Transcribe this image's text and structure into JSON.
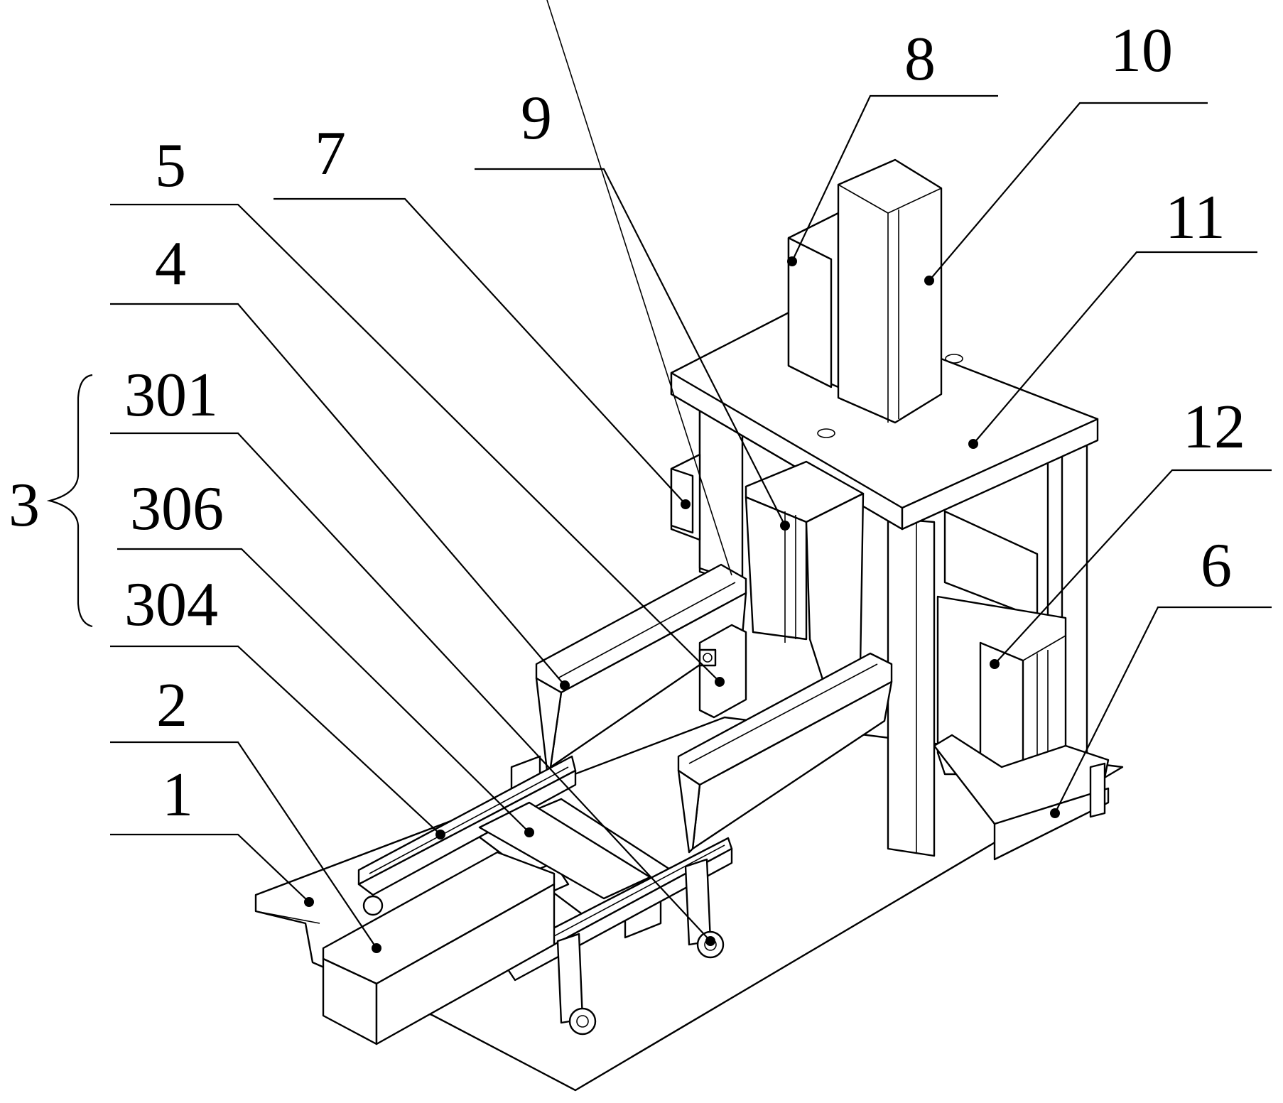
{
  "figure": {
    "callouts": [
      {
        "id": "c8",
        "text": "8"
      },
      {
        "id": "c10",
        "text": "10"
      },
      {
        "id": "c9",
        "text": "9"
      },
      {
        "id": "c7",
        "text": "7"
      },
      {
        "id": "c5",
        "text": "5"
      },
      {
        "id": "c11",
        "text": "11"
      },
      {
        "id": "c4",
        "text": "4"
      },
      {
        "id": "c301",
        "text": "301"
      },
      {
        "id": "c12",
        "text": "12"
      },
      {
        "id": "c3",
        "text": "3"
      },
      {
        "id": "c306",
        "text": "306"
      },
      {
        "id": "c6",
        "text": "6"
      },
      {
        "id": "c304",
        "text": "304"
      },
      {
        "id": "c2",
        "text": "2"
      },
      {
        "id": "c1",
        "text": "1"
      }
    ]
  }
}
